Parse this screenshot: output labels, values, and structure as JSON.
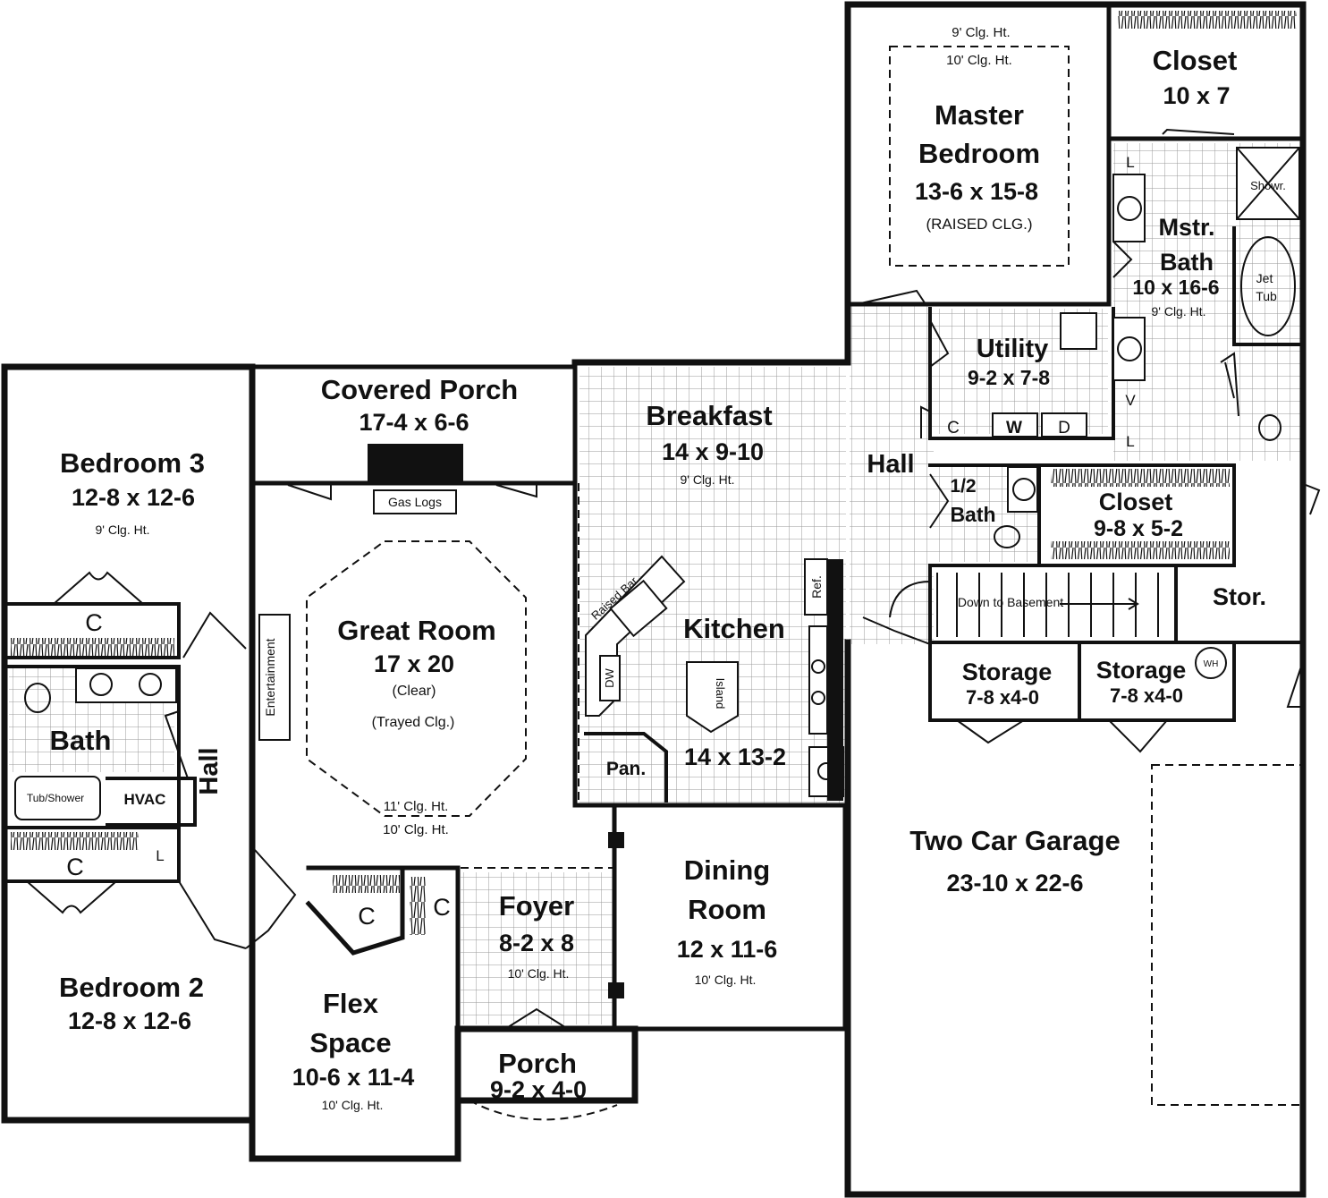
{
  "colors": {
    "wall": "#111111",
    "background": "#ffffff",
    "tile_grid": "#9a9a9a"
  },
  "rooms": {
    "master_bedroom": {
      "ceiling_a": "9' Clg. Ht.",
      "ceiling_b": "10' Clg. Ht.",
      "name_1": "Master",
      "name_2": "Bedroom",
      "size": "13-6 x 15-8",
      "note": "(RAISED CLG.)"
    },
    "master_closet": {
      "name": "Closet",
      "size": "10 x 7"
    },
    "master_bath": {
      "name_1": "Mstr.",
      "name_2": "Bath",
      "size": "10 x 16-6",
      "ceiling": "9' Clg. Ht.",
      "shower": "Showr.",
      "tub_1": "Jet",
      "tub_2": "Tub",
      "lin_1": "L",
      "lin_2": "L",
      "vanity": "V"
    },
    "utility": {
      "name": "Utility",
      "size": "9-2 x 7-8",
      "closet": "C",
      "washer": "W",
      "dryer": "D"
    },
    "hall_upper": {
      "name": "Hall"
    },
    "half_bath": {
      "name_1": "1/2",
      "name_2": "Bath"
    },
    "closet_lower": {
      "name": "Closet",
      "size": "9-8 x 5-2"
    },
    "stairs": {
      "label": "Down to Basement"
    },
    "storage_corner": {
      "name": "Stor."
    },
    "storage_1": {
      "name": "Storage",
      "size": "7-8 x4-0"
    },
    "storage_2": {
      "name": "Storage",
      "size": "7-8 x4-0",
      "water_heater": "WH"
    },
    "garage": {
      "name": "Two Car Garage",
      "size": "23-10 x 22-6"
    },
    "breakfast": {
      "name": "Breakfast",
      "size": "14 x 9-10",
      "ceiling": "9' Clg. Ht."
    },
    "kitchen": {
      "name": "Kitchen",
      "size": "14 x 13-2",
      "island_bar": "Raised Bar",
      "island": "Island",
      "refrigerator": "Ref.",
      "dishwasher": "DW",
      "pantry": "Pan."
    },
    "covered_porch": {
      "name": "Covered Porch",
      "size": "17-4 x 6-6",
      "fireplace": "Gas Logs"
    },
    "great_room": {
      "name": "Great Room",
      "size": "17 x 20",
      "note_1": "(Clear)",
      "note_2": "(Trayed Clg.)",
      "ceiling_a": "11' Clg. Ht.",
      "ceiling_b": "10' Clg. Ht.",
      "entertainment": "Entertainment"
    },
    "bedroom_3": {
      "name": "Bedroom 3",
      "size": "12-8 x 12-6",
      "ceiling": "9' Clg. Ht.",
      "closet": "C"
    },
    "bath": {
      "name": "Bath",
      "tub": "Tub/Shower",
      "hvac": "HVAC"
    },
    "hall_left": {
      "name": "Hall",
      "linen": "L"
    },
    "bedroom_2": {
      "name": "Bedroom 2",
      "size": "12-8 x 12-6",
      "closet": "C"
    },
    "flex": {
      "name_1": "Flex",
      "name_2": "Space",
      "size": "10-6 x 11-4",
      "ceiling": "10' Clg. Ht.",
      "closet_1": "C",
      "closet_2": "C"
    },
    "foyer": {
      "name": "Foyer",
      "size": "8-2 x 8",
      "ceiling": "10' Clg. Ht."
    },
    "porch": {
      "name": "Porch",
      "size": "9-2 x 4-0"
    },
    "dining": {
      "name_1": "Dining",
      "name_2": "Room",
      "size": "12 x 11-6",
      "ceiling": "10' Clg. Ht."
    }
  }
}
